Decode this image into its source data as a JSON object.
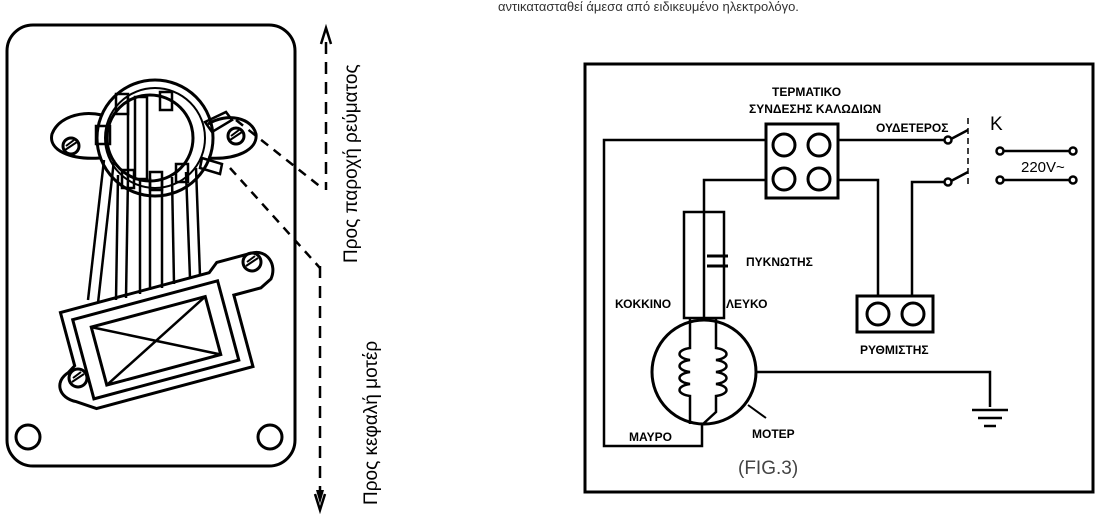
{
  "top_text": "αντικατασταθεί άμεσα από ειδικευμένο ηλεκτρολόγο.",
  "left_figure": {
    "label_power": "Προς παροχή ρεύματος",
    "label_motor": "Προς κεφαλή μοτέρ"
  },
  "circuit": {
    "terminal_label_1": "ΤΕΡΜΑΤΙΚΟ",
    "terminal_label_2": "ΣΥΝΔΕΣΗΣ ΚΑΛΩΔΙΩΝ",
    "neutral_label": "ΟΥΔΕΤΕΡΟΣ",
    "switch_label": "K",
    "voltage_label": "220V~",
    "capacitor_label": "ΠΥΚΝΩΤΗΣ",
    "red_label": "ΚΟΚΚΙΝΟ",
    "white_label": "ΛΕΥΚΟ",
    "regulator_label": "ΡΥΘΜΙΣΤΗΣ",
    "black_label": "ΜΑΥΡΟ",
    "motor_label": "ΜΟΤΕΡ",
    "caption": "(FIG.3)"
  }
}
